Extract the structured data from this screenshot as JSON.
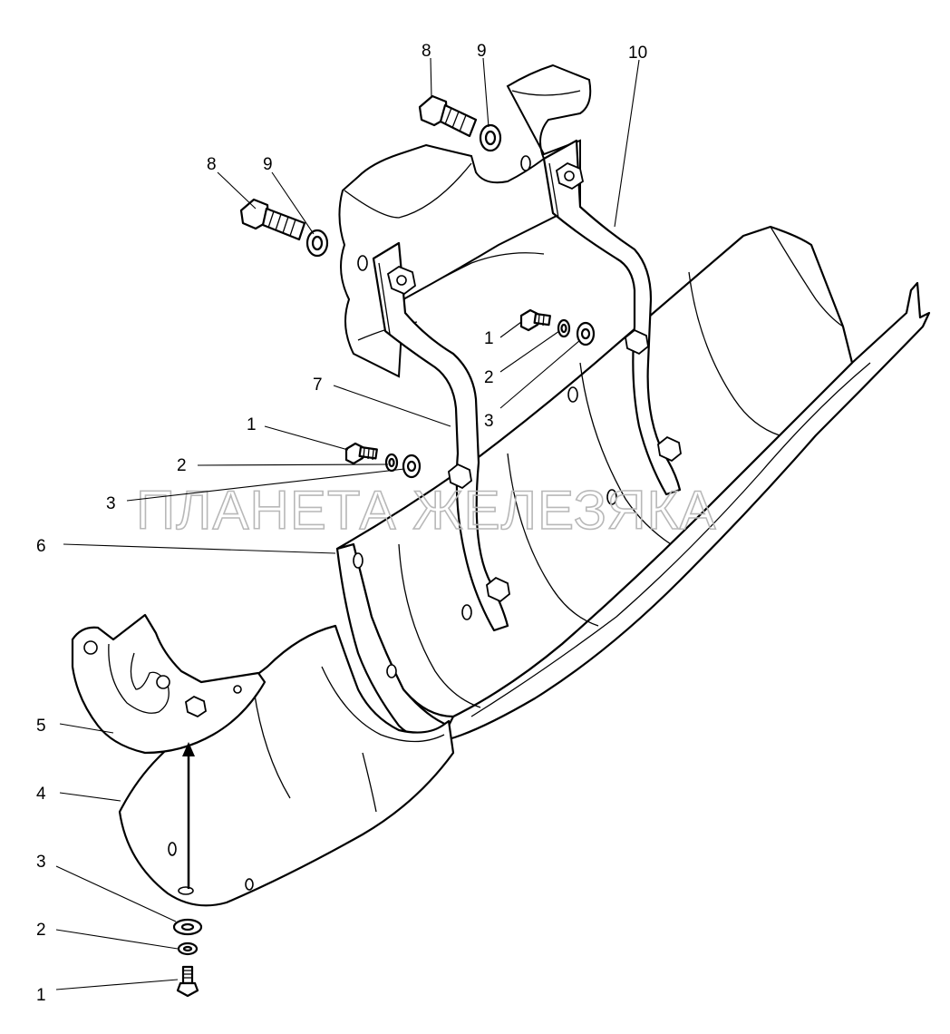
{
  "watermark": "ПЛАНЕТА ЖЕЛЕЗЯКА",
  "callouts": {
    "c1_bottom": "1",
    "c2_bottom": "2",
    "c3_bottom": "3",
    "c4": "4",
    "c5": "5",
    "c6": "6",
    "c7": "7",
    "c1_mid": "1",
    "c2_mid": "2",
    "c3_mid": "3",
    "c1_right": "1",
    "c2_right": "2",
    "c3_right": "3",
    "c8_left": "8",
    "c9_left": "9",
    "c8_top": "8",
    "c9_top": "9",
    "c10": "10"
  }
}
